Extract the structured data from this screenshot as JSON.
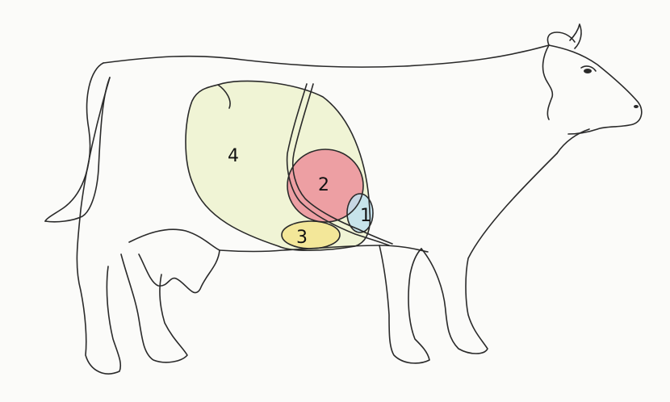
{
  "diagram": {
    "compartments": [
      {
        "label": "1",
        "color": "#bfe0ee"
      },
      {
        "label": "2",
        "color": "#ec8f9a"
      },
      {
        "label": "3",
        "color": "#f3e48e"
      },
      {
        "label": "4",
        "color": "#edf2cf"
      }
    ],
    "outline_color": "#2a2a2a",
    "background": "#fbfbf9"
  }
}
